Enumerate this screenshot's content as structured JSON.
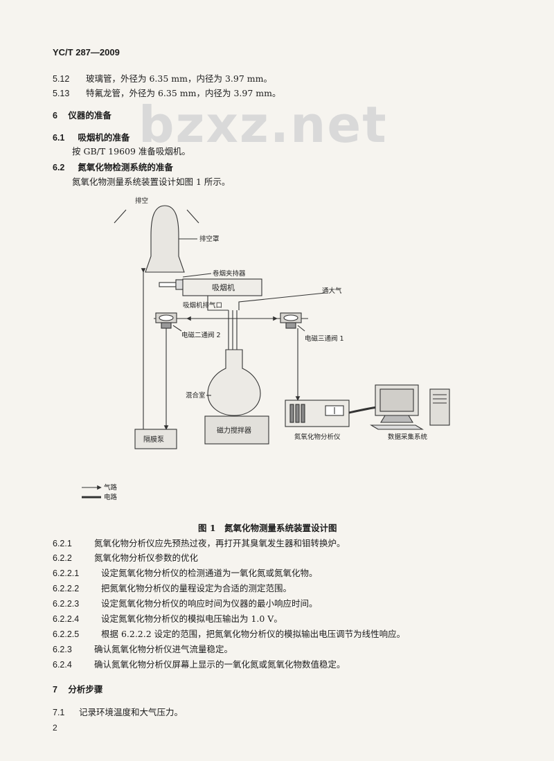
{
  "header": {
    "doc_code": "YC/T 287—2009"
  },
  "watermark": "bzxz.net",
  "items_top": [
    {
      "num": "5.12",
      "text": "玻璃管，外径为 6.35 mm，内径为 3.97 mm。"
    },
    {
      "num": "5.13",
      "text": "特氟龙管，外径为 6.35 mm，内径为 3.97 mm。"
    }
  ],
  "section6": {
    "num": "6",
    "title": "仪器的准备"
  },
  "s6_1": {
    "num": "6.1",
    "title": "吸烟机的准备",
    "body": "按 GB/T 19609 准备吸烟机。"
  },
  "s6_2": {
    "num": "6.2",
    "title": "氮氧化物检测系统的准备",
    "body": "氮氧化物测量系统装置设计如图 1 所示。"
  },
  "figure": {
    "labels": {
      "exhaust": "排空",
      "exhaust_hood": "排空罩",
      "cig_holder": "卷烟夹持器",
      "smoking_machine": "吸烟机",
      "machine_exhaust": "吸烟机排气口",
      "to_atmosphere": "通大气",
      "valve2": "电磁二通阀 2",
      "valve1": "电磁三通阀 1",
      "mixing_chamber": "混合室",
      "stirrer": "磁力搅拌器",
      "diaphragm_pump": "隔膜泵",
      "analyzer": "氮氧化物分析仪",
      "daq": "数据采集系统"
    },
    "legend": {
      "gas": "气路",
      "circuit": "电路"
    },
    "caption": "图 1　氮氧化物测量系统装置设计图"
  },
  "items_bottom": [
    {
      "num": "6.2.1",
      "text": "氮氧化物分析仪应先预热过夜，再打开其臭氧发生器和钼转换炉。"
    },
    {
      "num": "6.2.2",
      "text": "氮氧化物分析仪参数的优化"
    },
    {
      "num": "6.2.2.1",
      "text": "设定氮氧化物分析仪的检测通道为一氧化氮或氮氧化物。"
    },
    {
      "num": "6.2.2.2",
      "text": "把氮氧化物分析仪的量程设定为合适的测定范围。"
    },
    {
      "num": "6.2.2.3",
      "text": "设定氮氧化物分析仪的响应时间为仪器的最小响应时间。"
    },
    {
      "num": "6.2.2.4",
      "text": "设定氮氧化物分析仪的模拟电压输出为 1.0 V。"
    },
    {
      "num": "6.2.2.5",
      "text": "根据 6.2.2.2 设定的范围，把氮氧化物分析仪的模拟输出电压调节为线性响应。"
    },
    {
      "num": "6.2.3",
      "text": "确认氮氧化物分析仪进气流量稳定。"
    },
    {
      "num": "6.2.4",
      "text": "确认氮氧化物分析仪屏幕上显示的一氧化氮或氮氧化物数值稳定。"
    }
  ],
  "section7": {
    "num": "7",
    "title": "分析步骤"
  },
  "s7_1": {
    "num": "7.1",
    "text": "记录环境温度和大气压力。"
  },
  "page_number": "2"
}
